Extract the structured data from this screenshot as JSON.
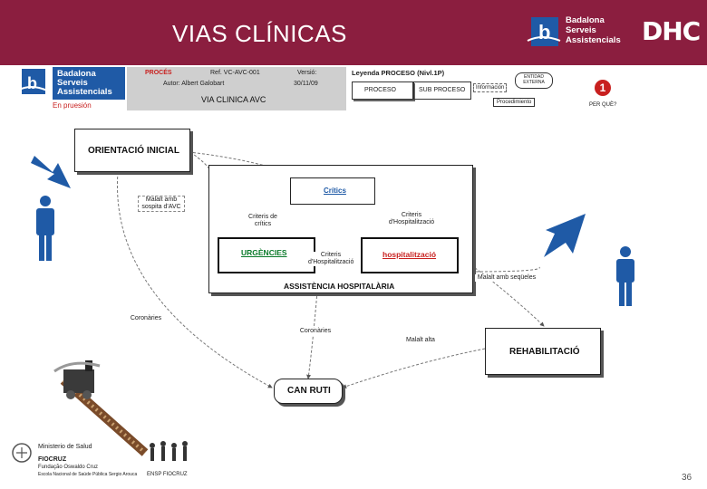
{
  "header": {
    "title": "VIAS CLÍNICAS",
    "logo_mark": "b",
    "logo_lines": [
      "Badalona",
      "Serveis",
      "Assistencials"
    ],
    "bsa_logo_text": "DHC"
  },
  "legend": {
    "org_lines": [
      "Badalona",
      "Serveis",
      "Assistencials"
    ],
    "status": "En pruesión",
    "proces_label": "PROCÉS",
    "ref": "Ref. VC-AVC-001",
    "version": "Versió:",
    "author": "Autor: Albert Galobart",
    "date": "30/11/09",
    "via_title": "VIA CLINICA AVC",
    "legend_title": "Leyenda PROCESO (Nivl.1P)",
    "proceso": "PROCESO",
    "subproceso": "SUB PROCESO",
    "informacion": "Información",
    "entidad": "ENTIDAD EXTERNA",
    "procedimiento": "Procedimiento",
    "perque": "PER QUÈ?",
    "perque_number": "1"
  },
  "diagram": {
    "orientacio": "ORIENTACIÓ INICIAL",
    "assistencia": "ASSISTÈNCIA HOSPITALÀRIA",
    "critics": "Crítics",
    "urgencies": "URGÈNCIES",
    "hospitalitzacio": "hospitalització",
    "rehabilitacio": "REHABILITACIÓ",
    "can_ruti": "CAN RUTI",
    "labels": {
      "malalt_sospita": "Malalt amb sospita d'AVC",
      "criteris_critics": "Criteris de crítics",
      "criteris_hosp_top": "Criteris d'Hospitalització",
      "criteris_hosp_mid": "Criteris d'Hospitalització",
      "malalt_sequeles": "Malalt amb seqüeles",
      "coronaries_left": "Coronàries",
      "coronaries_mid": "Coronàries",
      "malalt_rehab": "Malalt alta"
    }
  },
  "footer": {
    "ministerio": "Ministerio de Salud",
    "fiocruz": "FIOCRUZ",
    "fundacao": "Fundação Oswaldo Cruz",
    "escola": "Escola Nacional de Saúde Pública Sergio Arouca",
    "ensp_caption": "ENSP FIOCRUZ",
    "page_number": "36"
  },
  "colors": {
    "header_bg": "#8b1e3f",
    "brand_blue": "#1f5aa6",
    "box_label_green": "#0a7a2a",
    "critics_blue": "#1f5aa6",
    "accent_red": "#c8201f"
  }
}
